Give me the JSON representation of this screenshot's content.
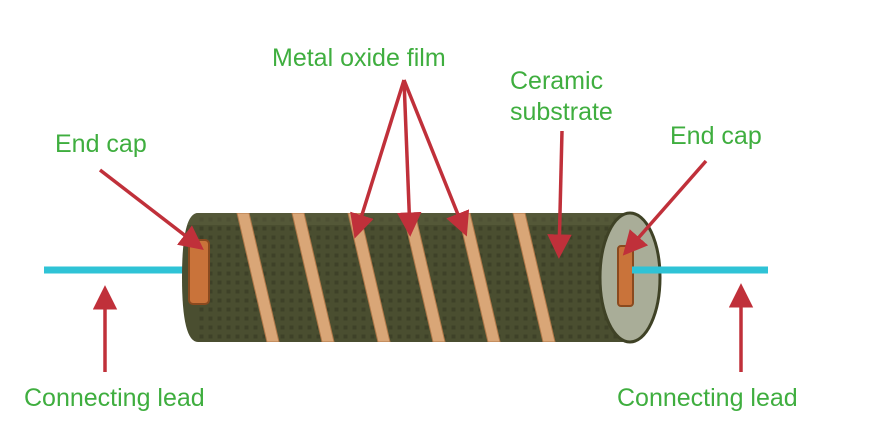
{
  "labels": {
    "metal_oxide_film": "Metal oxide film",
    "ceramic_substrate_line1": "Ceramic",
    "ceramic_substrate_line2": "substrate",
    "end_cap_left": "End cap",
    "end_cap_right": "End cap",
    "connecting_lead_left": "Connecting lead",
    "connecting_lead_right": "Connecting lead"
  },
  "colors": {
    "label_text": "#3fae3f",
    "arrow": "#c0303a",
    "lead_wire": "#2fc3d6",
    "resistor_body": "#4a4e30",
    "end_face": "#a9ad98",
    "copper": "#c9733a",
    "film_band": "#d9a677"
  }
}
